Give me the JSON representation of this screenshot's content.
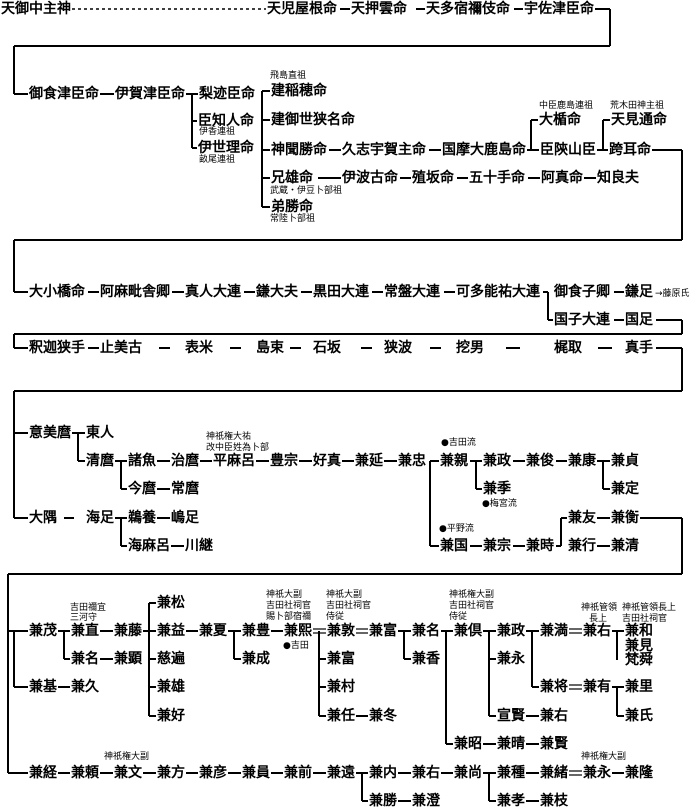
{
  "colors": {
    "ink": "#000000",
    "paper": "#ffffff"
  },
  "rows": {
    "row1": [
      "天御中主神",
      "天児屋根命",
      "天押雲命",
      "天多宿禰伎命",
      "宇佐津臣命"
    ],
    "row2": [
      "御食津臣命",
      "伊賀津臣命",
      "梨迹臣命",
      "建稲穂命",
      "臣知人命",
      "伊世理命",
      "建御世狭名命",
      "神聞勝命",
      "久志宇賀主命",
      "国摩大鹿島命",
      "臣陝山臣",
      "大楯命",
      "天見通命",
      "跨耳命",
      "兄雄命",
      "伊波古命",
      "殖坂命",
      "五十手命",
      "阿真命",
      "知良夫",
      "弟勝命"
    ],
    "row3": [
      "大小橋命",
      "阿麻毗舎卿",
      "真人大連",
      "鎌大夫",
      "黒田大連",
      "常盤大連",
      "可多能祐大連",
      "御食子卿",
      "鎌足",
      "国子大連",
      "国足"
    ],
    "row4": [
      "釈迦狭手",
      "止美古",
      "表米",
      "島束",
      "石坂",
      "狭波",
      "挖男",
      "梶取",
      "真手"
    ],
    "row5": [
      "意美麿",
      "東人",
      "清麿",
      "諸魚",
      "治麿",
      "平麻呂",
      "豊宗",
      "好真",
      "兼延",
      "兼忠",
      "兼親",
      "兼政",
      "兼俊",
      "兼康",
      "兼貞",
      "今麿",
      "常麿",
      "兼季",
      "兼定",
      "大隅",
      "海足",
      "鵜養",
      "嶋足",
      "海麻呂",
      "川継",
      "兼国",
      "兼宗",
      "兼時",
      "兼友",
      "兼衡",
      "兼行",
      "兼清"
    ],
    "row6": [
      "兼茂",
      "兼直",
      "兼藤",
      "兼松",
      "兼益",
      "兼夏",
      "兼豊",
      "兼熙",
      "兼敦",
      "兼富",
      "兼名",
      "兼倶",
      "兼政",
      "兼満",
      "兼右",
      "兼和",
      "兼見",
      "梵舜",
      "兼名",
      "兼顕",
      "慈遍",
      "兼成",
      "兼富",
      "兼香",
      "兼永",
      "兼将",
      "兼有",
      "兼里",
      "兼雄",
      "兼村",
      "宣賢",
      "兼右",
      "兼氏",
      "兼好",
      "兼任",
      "兼冬",
      "兼昭",
      "兼晴",
      "兼賢",
      "兼基",
      "兼久"
    ],
    "row7": [
      "兼経",
      "兼頼",
      "兼文",
      "兼方",
      "兼彦",
      "兼員",
      "兼前",
      "兼遠",
      "兼内",
      "兼右",
      "兼尚",
      "兼種",
      "兼緒",
      "兼永",
      "兼隆",
      "兼勝",
      "兼澄",
      "兼孝",
      "兼枝"
    ]
  },
  "notes": {
    "hida": "飛島直祖",
    "ikanomuraji": "伊香連祖",
    "ookumuraji": "畝尾連祖",
    "nakatomi_kashima": "中臣鹿島連祖",
    "araki": "荒木田神主祖",
    "musashi_line1": "武蔵・伊豆卜部祖",
    "hitachi": "常陸卜部祖",
    "fujiwara": "→藤原氏",
    "jingi_taiyu": "神祇権大祐",
    "kaisei": "改中臣姓為卜部",
    "yoshida_ryu": "●吉田流",
    "umenomiya_ryu": "●梅宮流",
    "hirano_ryu": "●平野流",
    "yoshida_negi": "吉田禰宜",
    "mikawa": "三河守",
    "taifuku": "神祇大副",
    "yoshida_shashi": "吉田社祠官",
    "boku_shuku": "賜卜部宿禰",
    "jiju": "侍従",
    "gon_taifuku": "神祇権大副",
    "kanryo": "神祇管領",
    "kanryo_cho": "長上",
    "kanryo_full": "神祇管領長上",
    "yoshida_mark": "●吉田"
  }
}
